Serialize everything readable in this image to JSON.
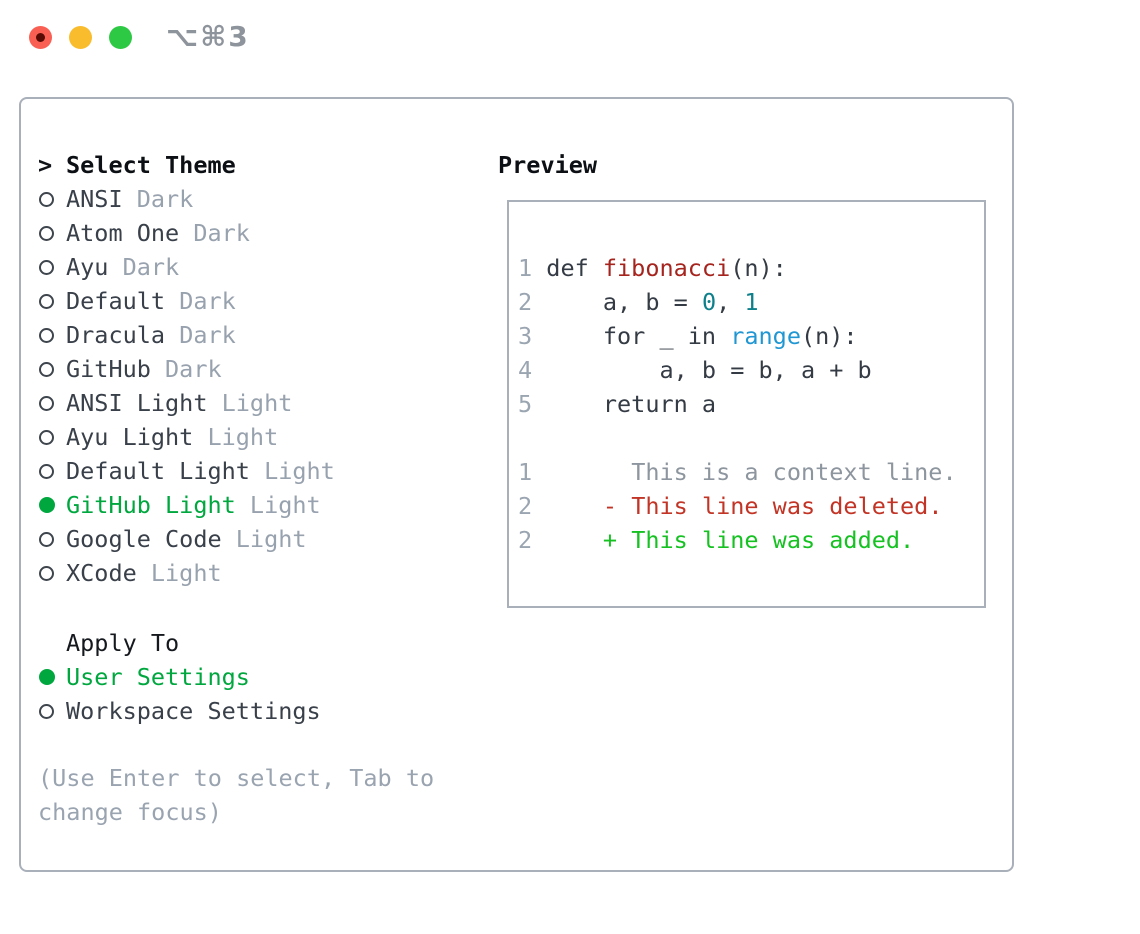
{
  "titlebar": {
    "shortcut": "⌥⌘3"
  },
  "picker": {
    "prompt": ">",
    "title": "Select Theme",
    "themes": [
      {
        "name": "ANSI",
        "variant": "Dark",
        "selected": false
      },
      {
        "name": "Atom One",
        "variant": "Dark",
        "selected": false
      },
      {
        "name": "Ayu",
        "variant": "Dark",
        "selected": false
      },
      {
        "name": "Default",
        "variant": "Dark",
        "selected": false
      },
      {
        "name": "Dracula",
        "variant": "Dark",
        "selected": false
      },
      {
        "name": "GitHub",
        "variant": "Dark",
        "selected": false
      },
      {
        "name": "ANSI Light",
        "variant": "Light",
        "selected": false
      },
      {
        "name": "Ayu Light",
        "variant": "Light",
        "selected": false
      },
      {
        "name": "Default Light",
        "variant": "Light",
        "selected": false
      },
      {
        "name": "GitHub Light",
        "variant": "Light",
        "selected": true
      },
      {
        "name": "Google Code",
        "variant": "Light",
        "selected": false
      },
      {
        "name": "XCode",
        "variant": "Light",
        "selected": false
      }
    ],
    "apply_to": {
      "title": "Apply To",
      "options": [
        {
          "label": "User Settings",
          "selected": true
        },
        {
          "label": "Workspace Settings",
          "selected": false
        }
      ]
    },
    "hint": "(Use Enter to select, Tab to\nchange focus)"
  },
  "preview": {
    "title": "Preview",
    "lines": [
      {
        "segments": [
          {
            "t": "1 ",
            "c": "num"
          },
          {
            "t": "def ",
            "c": "code"
          },
          {
            "t": "fibonacci",
            "c": "func"
          },
          {
            "t": "(n):",
            "c": "code"
          }
        ]
      },
      {
        "segments": [
          {
            "t": "2 ",
            "c": "num"
          },
          {
            "t": "    a, b = ",
            "c": "code"
          },
          {
            "t": "0",
            "c": "lit"
          },
          {
            "t": ", ",
            "c": "code"
          },
          {
            "t": "1",
            "c": "lit"
          }
        ]
      },
      {
        "segments": [
          {
            "t": "3 ",
            "c": "num"
          },
          {
            "t": "    for _ in ",
            "c": "code"
          },
          {
            "t": "range",
            "c": "builtin"
          },
          {
            "t": "(n):",
            "c": "code"
          }
        ]
      },
      {
        "segments": [
          {
            "t": "4 ",
            "c": "num"
          },
          {
            "t": "        a, b = b, a + b",
            "c": "code"
          }
        ]
      },
      {
        "segments": [
          {
            "t": "5 ",
            "c": "num"
          },
          {
            "t": "    return a",
            "c": "code"
          }
        ]
      },
      {
        "segments": []
      },
      {
        "segments": [
          {
            "t": "1",
            "c": "num"
          },
          {
            "t": "       This is a context line.",
            "c": "ctx"
          }
        ]
      },
      {
        "segments": [
          {
            "t": "2",
            "c": "num"
          },
          {
            "t": "     ",
            "c": "code"
          },
          {
            "t": "- This line was deleted.",
            "c": "del"
          }
        ]
      },
      {
        "segments": [
          {
            "t": "2",
            "c": "num"
          },
          {
            "t": "     ",
            "c": "code"
          },
          {
            "t": "+ This line was added.",
            "c": "add"
          }
        ]
      }
    ]
  },
  "colors": {
    "window_border": "#a9b0ba",
    "selected_green": "#00a73f",
    "added_green": "#16c122",
    "deleted_red": "#c23526",
    "function_red": "#a5241e",
    "builtin_blue": "#2097d3",
    "literal_teal": "#0e808b",
    "muted_gray": "#98a2ae",
    "traffic_red": "#f95f53",
    "traffic_yellow": "#f9bc2d",
    "traffic_green": "#2ec944"
  }
}
